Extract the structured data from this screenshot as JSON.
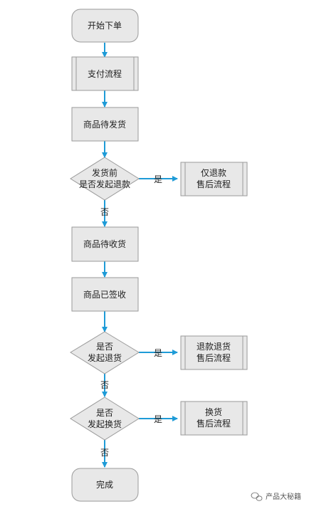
{
  "nodes": {
    "start": "开始下单",
    "payment": "支付流程",
    "pending_ship": "商品待发货",
    "q_before_ship_1": "发货前",
    "q_before_ship_2": "是否发起退款",
    "refund_only_1": "仅退款",
    "refund_only_2": "售后流程",
    "pending_receive": "商品待收货",
    "signed": "商品已签收",
    "q_return_1": "是否",
    "q_return_2": "发起退货",
    "refund_return_1": "退款退货",
    "refund_return_2": "售后流程",
    "q_exchange_1": "是否",
    "q_exchange_2": "发起换货",
    "exchange_1": "换货",
    "exchange_2": "售后流程",
    "done": "完成"
  },
  "edges": {
    "yes_1": "是",
    "no_1": "否",
    "yes_2": "是",
    "no_2": "否",
    "yes_3": "是",
    "no_3": "否"
  },
  "watermark": "产品大秘籍",
  "colors": {
    "edge": "#1e9bd7",
    "node_fill": "#e8e8e8",
    "node_border": "#9a9a9a"
  }
}
